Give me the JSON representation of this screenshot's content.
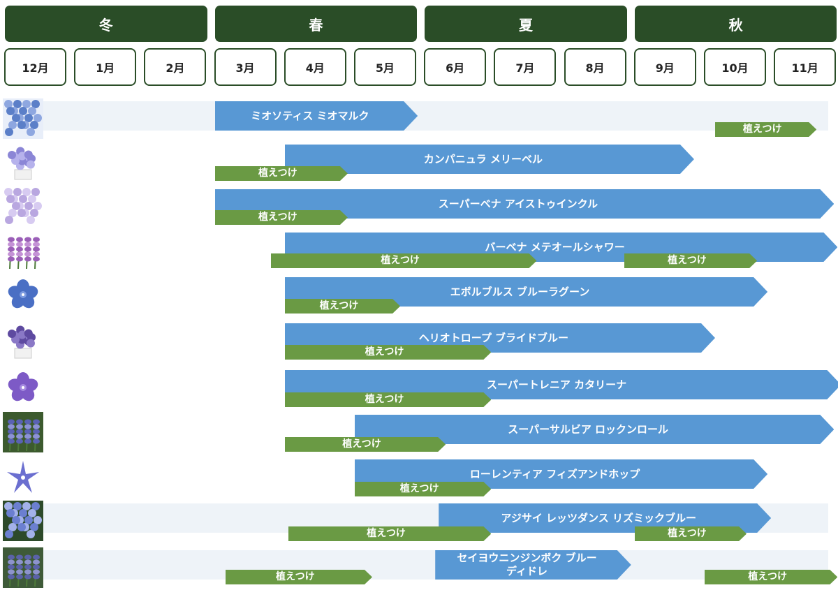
{
  "seasons": [
    {
      "label": "冬",
      "start_month_index": 0,
      "span_months": 3
    },
    {
      "label": "春",
      "start_month_index": 3,
      "span_months": 3
    },
    {
      "label": "夏",
      "start_month_index": 6,
      "span_months": 3
    },
    {
      "label": "秋",
      "start_month_index": 9,
      "span_months": 3
    }
  ],
  "months": [
    "12月",
    "1月",
    "2月",
    "3月",
    "4月",
    "5月",
    "6月",
    "7月",
    "8月",
    "9月",
    "10月",
    "11月"
  ],
  "planting_label": "植えつけ",
  "colors": {
    "season_header": "#2a4d27",
    "month_border": "#2a4d27",
    "bloom_bar": "#5898d4",
    "planting_bar": "#6a9a44",
    "row_band": "#eef3f8"
  },
  "chart_data": {
    "type": "gantt",
    "month_axis": [
      "12月",
      "1月",
      "2月",
      "3月",
      "4月",
      "5月",
      "6月",
      "7月",
      "8月",
      "9月",
      "10月",
      "11月"
    ],
    "note_units": "start/end are positions on the month axis, 0 = start of 12月, 12 = end of 11月",
    "rows": [
      {
        "name": "ミオソティス ミオマルク",
        "thumb": "blue-flower-cluster",
        "band": true,
        "bloom": [
          {
            "start": 3.0,
            "end": 5.9
          }
        ],
        "planting": [
          {
            "start": 10.15,
            "end": 11.6
          }
        ]
      },
      {
        "name": "カンパニュラ メリーベル",
        "thumb": "potted-violet-mound",
        "band": false,
        "bloom": [
          {
            "start": 4.0,
            "end": 9.85
          }
        ],
        "planting": [
          {
            "start": 3.0,
            "end": 4.9
          }
        ]
      },
      {
        "name": "スーパーベナ アイストゥインクル",
        "thumb": "lavender-verbena-ball",
        "band": false,
        "bloom": [
          {
            "start": 3.0,
            "end": 11.85
          }
        ],
        "planting": [
          {
            "start": 3.0,
            "end": 4.9
          }
        ]
      },
      {
        "name": "バーベナ メテオールシャワー",
        "thumb": "purple-verbena-stems",
        "band": false,
        "bloom": [
          {
            "start": 4.0,
            "end": 11.9
          }
        ],
        "planting": [
          {
            "start": 3.8,
            "end": 7.6
          },
          {
            "start": 8.85,
            "end": 10.75
          }
        ]
      },
      {
        "name": "エボルブルス ブルーラグーン",
        "thumb": "blue-evolvulus-flower",
        "band": false,
        "bloom": [
          {
            "start": 4.0,
            "end": 10.9
          }
        ],
        "planting": [
          {
            "start": 4.0,
            "end": 5.65
          }
        ]
      },
      {
        "name": "ヘリオトロープ ブライドブルー",
        "thumb": "potted-heliotrope",
        "band": false,
        "bloom": [
          {
            "start": 4.0,
            "end": 10.15
          }
        ],
        "planting": [
          {
            "start": 4.0,
            "end": 6.95
          }
        ]
      },
      {
        "name": "スーパートレニア カタリーナ",
        "thumb": "violet-torenia-flower",
        "band": false,
        "bloom": [
          {
            "start": 4.0,
            "end": 11.95
          }
        ],
        "planting": [
          {
            "start": 4.0,
            "end": 6.95
          }
        ]
      },
      {
        "name": "スーパーサルビア ロックンロール",
        "thumb": "blue-salvia-spikes",
        "band": false,
        "bloom": [
          {
            "start": 5.0,
            "end": 11.85
          }
        ],
        "planting": [
          {
            "start": 4.0,
            "end": 6.3
          }
        ]
      },
      {
        "name": "ローレンティア フィズアンドホップ",
        "thumb": "star-laurentia-flower",
        "band": false,
        "bloom": [
          {
            "start": 5.0,
            "end": 10.9
          }
        ],
        "planting": [
          {
            "start": 5.0,
            "end": 6.95
          }
        ]
      },
      {
        "name": "アジサイ レッツダンス リズミックブルー",
        "thumb": "blue-hydrangea",
        "band": true,
        "bloom": [
          {
            "start": 6.2,
            "end": 10.95
          }
        ],
        "planting": [
          {
            "start": 4.05,
            "end": 6.95
          },
          {
            "start": 9.0,
            "end": 10.6
          }
        ]
      },
      {
        "name": "セイヨウニンジンボク ブルー\nディドレ",
        "thumb": "vitex-blue-spikes",
        "band": true,
        "bloom": [
          {
            "start": 6.15,
            "end": 8.95
          }
        ],
        "planting": [
          {
            "start": 3.15,
            "end": 5.25
          },
          {
            "start": 10.0,
            "end": 11.9
          }
        ]
      }
    ]
  }
}
